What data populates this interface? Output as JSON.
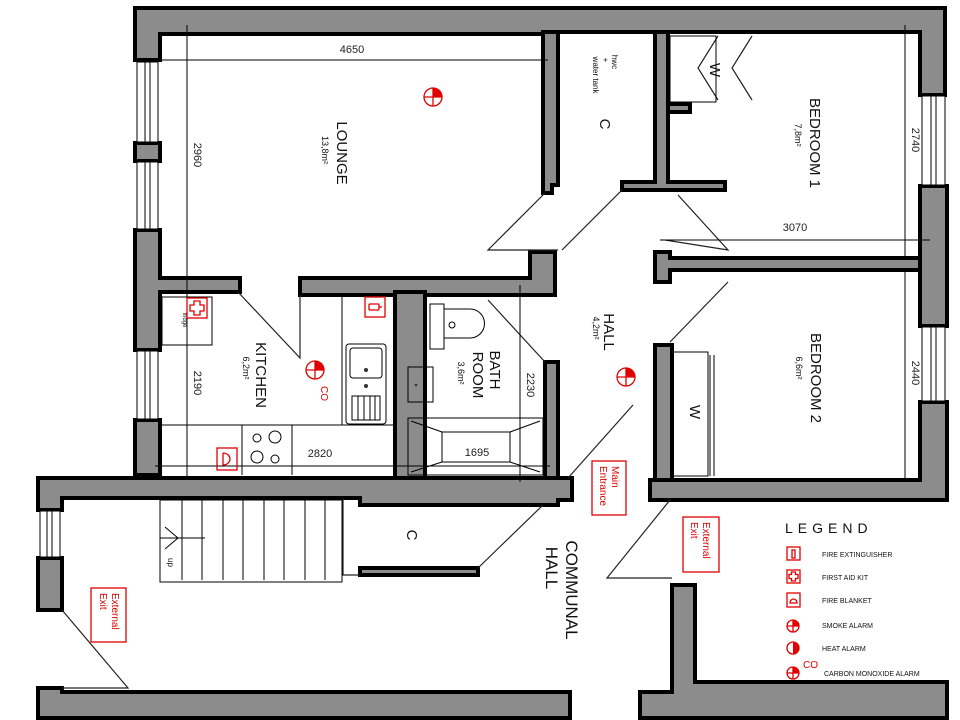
{
  "plan": {
    "rooms": {
      "lounge": {
        "name": "LOUNGE",
        "area": "13,8m²"
      },
      "kitchen": {
        "name": "KITCHEN",
        "area": "6,2m²"
      },
      "bathroom": {
        "name1": "BATH",
        "name2": "ROOM",
        "area": "3,6m²"
      },
      "hall": {
        "name": "HALL",
        "area": "4,2m²"
      },
      "bedroom1": {
        "name": "BEDROOM 1",
        "area": "7,8m²"
      },
      "bedroom2": {
        "name": "BEDROOM 2",
        "area": "6,6m²"
      },
      "cupboard_top": {
        "name": "C",
        "note1": "hwc",
        "note2": "+",
        "note3": "water tank"
      },
      "cupboard_bottom": {
        "name": "C"
      },
      "wardrobe1": {
        "name": "W"
      },
      "wardrobe2": {
        "name": "W"
      },
      "communal_hall": {
        "name1": "COMMUNAL",
        "name2": "HALL"
      },
      "fridge": {
        "name": "fridge"
      }
    },
    "dimensions": {
      "lounge_width": "4650",
      "lounge_depth": "2960",
      "kitchen_depth": "2190",
      "kitchen_width": "2820",
      "bath_depth": "2230",
      "bath_tub": "1695",
      "bedroom1_width": "3070",
      "bedroom1_depth": "2740",
      "bedroom2_depth": "2440"
    },
    "signs": {
      "main_entrance": {
        "line1": "Main",
        "line2": "Entrance"
      },
      "external_exit_right": {
        "line1": "External",
        "line2": "Exit"
      },
      "external_exit_left": {
        "line1": "External",
        "line2": "Exit"
      },
      "stairs": "up",
      "co_label": "CO"
    }
  },
  "legend": {
    "title": "LEGEND",
    "items": [
      {
        "icon": "fire-extinguisher-icon",
        "label": "FIRE EXTINGUISHER"
      },
      {
        "icon": "first-aid-kit-icon",
        "label": "FIRST AID KIT"
      },
      {
        "icon": "fire-blanket-icon",
        "label": "FIRE BLANKET"
      },
      {
        "icon": "smoke-alarm-icon",
        "label": "SMOKE ALARM"
      },
      {
        "icon": "heat-alarm-icon",
        "label": "HEAT ALARM"
      },
      {
        "icon": "carbon-monoxide-alarm-icon",
        "label": "CARBON MONOXIDE ALARM",
        "suffix": "CO"
      }
    ]
  },
  "colors": {
    "safety_red": "#e00000",
    "wall_gray": "#8c8c8c",
    "line": "#000000"
  }
}
